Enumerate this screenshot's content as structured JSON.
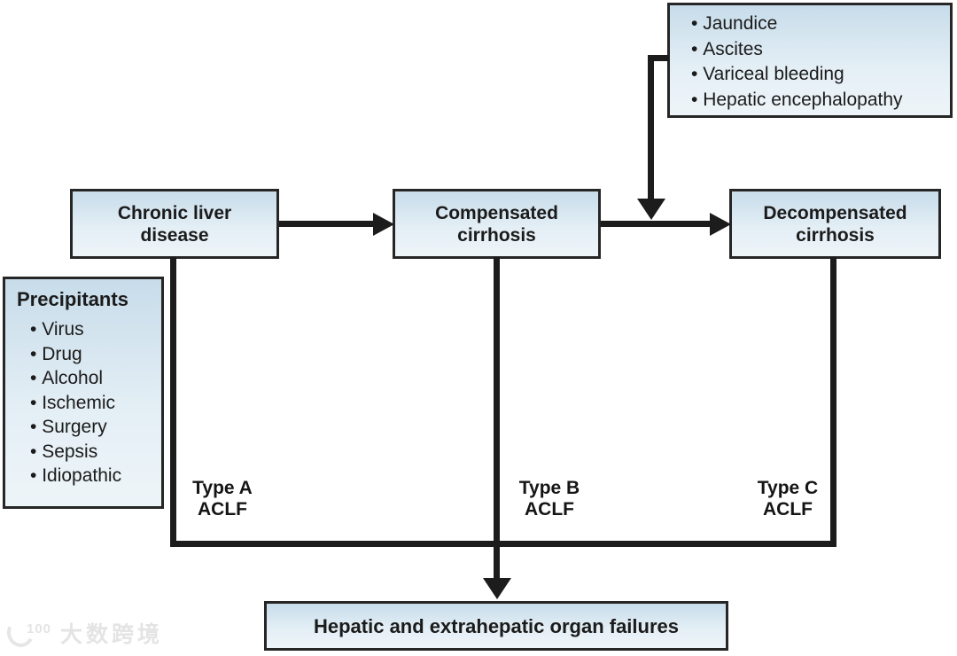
{
  "colors": {
    "line": "#1c1c1c",
    "box_border": "#262626",
    "box_gradient_top": "#c7dcea",
    "box_gradient_bottom": "#eef5f9",
    "text": "#1b1b1b",
    "watermark": "#e4e4e4"
  },
  "symptoms": {
    "items": [
      "Jaundice",
      "Ascites",
      "Variceal bleeding",
      "Hepatic encephalopathy"
    ]
  },
  "nodes": {
    "chronic": "Chronic liver disease",
    "compensated": "Compensated cirrhosis",
    "decompensated": "Decompensated cirrhosis",
    "outcome": "Hepatic and extrahepatic organ failures"
  },
  "precipitants": {
    "title": "Precipitants",
    "items": [
      "Virus",
      "Drug",
      "Alcohol",
      "Ischemic",
      "Surgery",
      "Sepsis",
      "Idiopathic"
    ]
  },
  "type_labels": {
    "a": {
      "line1": "Type A",
      "line2": "ACLF"
    },
    "b": {
      "line1": "Type B",
      "line2": "ACLF"
    },
    "c": {
      "line1": "Type C",
      "line2": "ACLF"
    }
  },
  "watermark": {
    "logo": "100",
    "text": "大数跨境"
  }
}
